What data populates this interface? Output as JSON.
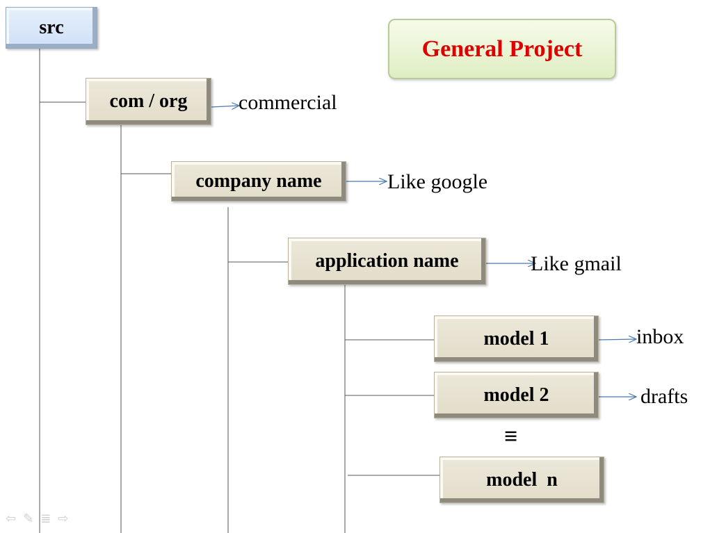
{
  "title": "General Project",
  "nodes": {
    "src": "src",
    "com_org": "com / org",
    "company": "company name",
    "application": "application name",
    "model1": "model 1",
    "model2": "model 2",
    "modeln": "model  n"
  },
  "annotations": {
    "commercial": "commercial",
    "like_google": "Like google",
    "like_gmail": "Like gmail",
    "inbox": "inbox",
    "drafts": "drafts"
  },
  "ellipsis": "≡",
  "nav_icons": [
    "back-arrow-icon",
    "pen-icon",
    "menu-icon",
    "forward-arrow-icon"
  ],
  "colors": {
    "title": "#e00000",
    "arrow": "#4a78b0",
    "connector": "#555555"
  }
}
